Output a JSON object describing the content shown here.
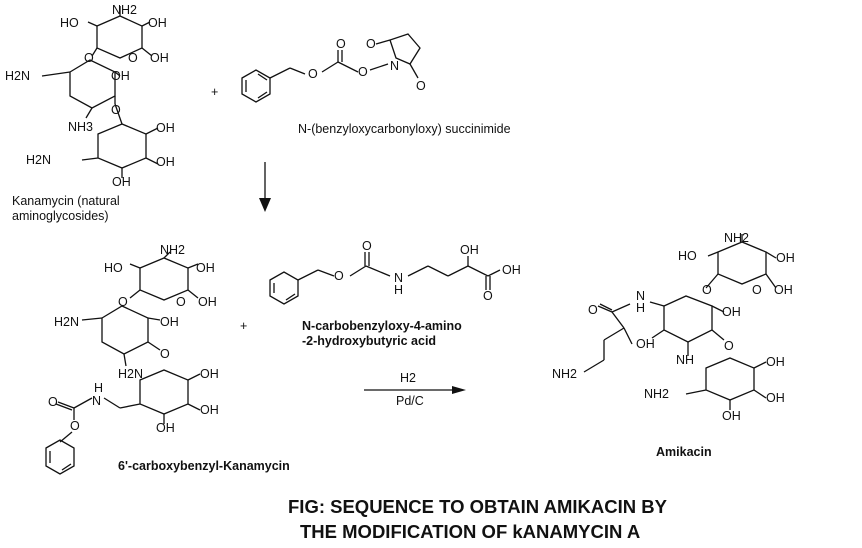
{
  "figure": {
    "caption_line1": "FIG: SEQUENCE TO OBTAIN AMIKACIN BY",
    "caption_line2": "THE MODIFICATION OF kANAMYCIN A"
  },
  "reagent1": {
    "name": "N-(benzyloxycarbonyloxy) succinimide"
  },
  "kanamycin": {
    "name_line1": "Kanamycin (natural",
    "name_line2": "aminoglycosides)"
  },
  "reagent2": {
    "name_line1": "N-carbobenzyloxy-4-amino",
    "name_line2": "-2-hydroxybutyric acid"
  },
  "intermediate": {
    "name": "6'-carboxybenzyl-Kanamycin"
  },
  "reaction": {
    "conditions_top": "H2",
    "conditions_bottom": "Pd/C"
  },
  "product": {
    "name": "Amikacin"
  },
  "symbols": {
    "plus": "+"
  },
  "atoms": {
    "OH": "OH",
    "HO": "HO",
    "NH2": "NH2",
    "H2N": "H2N",
    "NH": "NH",
    "N": "N",
    "O": "O",
    "H": "H",
    "NH3": "NH3",
    "H2N_dot": "H2N"
  }
}
